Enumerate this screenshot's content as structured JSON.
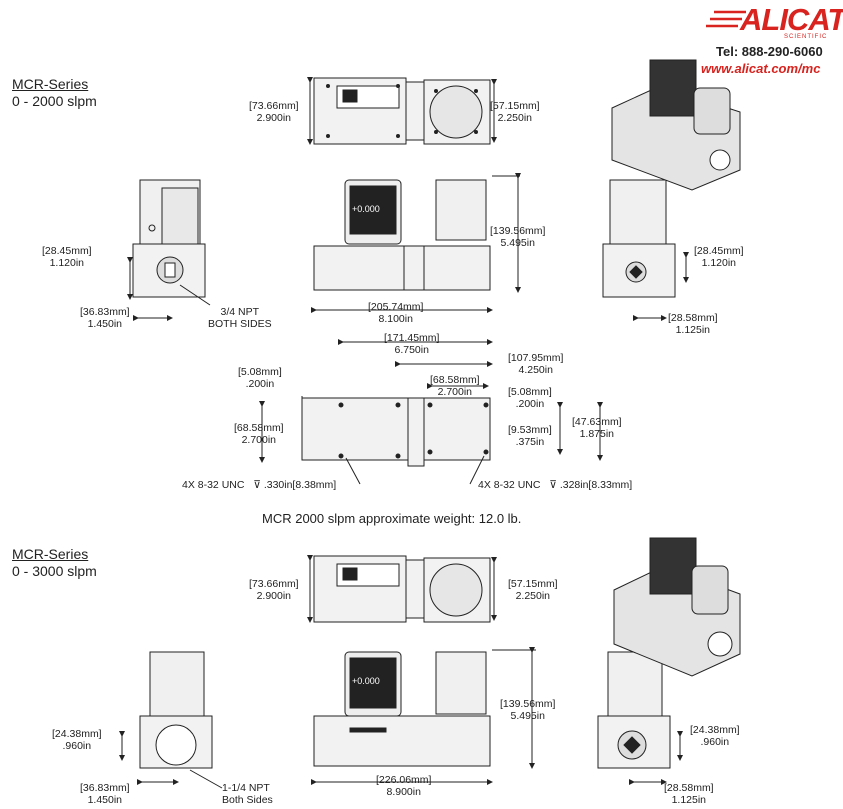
{
  "brand": {
    "name": "ALICAT",
    "sub": "SCIENTIFIC",
    "tel": "Tel: 888-290-6060",
    "web": "www.alicat.com/mc"
  },
  "section1": {
    "title": "MCR-Series",
    "range": "0 - 2000 slpm",
    "top_h": [
      "[73.66mm]",
      "2.900in"
    ],
    "top_h2": [
      "[57.15mm]",
      "2.250in"
    ],
    "side_h": [
      "[28.45mm]",
      "1.120in"
    ],
    "side_w": [
      "[36.83mm]",
      "1.450in"
    ],
    "port_note": [
      "3/4 NPT",
      "BOTH SIDES"
    ],
    "front_h": [
      "[139.56mm]",
      "5.495in"
    ],
    "front_w": [
      "[205.74mm]",
      "8.100in"
    ],
    "right_h": [
      "[28.45mm]",
      "1.120in"
    ],
    "right_w": [
      "[28.58mm]",
      "1.125in"
    ],
    "bottom_w1": [
      "[171.45mm]",
      "6.750in"
    ],
    "bottom_w2": [
      "[107.95mm]",
      "4.250in"
    ],
    "bottom_w3": [
      "[68.58mm]",
      "2.700in"
    ],
    "bottom_a": [
      "[5.08mm]",
      ".200in"
    ],
    "bottom_b": [
      "[5.08mm]",
      ".200in"
    ],
    "bottom_h": [
      "[68.58mm]",
      "2.700in"
    ],
    "bottom_c": [
      "[9.53mm]",
      ".375in"
    ],
    "bottom_d": [
      "[47.63mm]",
      "1.875in"
    ],
    "screw_left": "4X 8-32 UNC",
    "screw_left_depth": ".330in[8.38mm]",
    "screw_right": "4X 8-32 UNC",
    "screw_right_depth": ".328in[8.33mm]",
    "weight": "MCR 2000 slpm approximate weight: 12.0 lb."
  },
  "section2": {
    "title": "MCR-Series",
    "range": "0 - 3000 slpm",
    "top_h": [
      "[73.66mm]",
      "2.900in"
    ],
    "top_h2": [
      "[57.15mm]",
      "2.250in"
    ],
    "side_h": [
      "[24.38mm]",
      ".960in"
    ],
    "side_w": [
      "[36.83mm]",
      "1.450in"
    ],
    "port_note": [
      "1-1/4 NPT",
      "Both Sides"
    ],
    "front_h": [
      "[139.56mm]",
      "5.495in"
    ],
    "front_w": [
      "[226.06mm]",
      "8.900in"
    ],
    "right_h": [
      "[24.38mm]",
      ".960in"
    ],
    "right_w": [
      "[28.58mm]",
      "1.125in"
    ]
  },
  "display": {
    "reading": "+0.000"
  }
}
